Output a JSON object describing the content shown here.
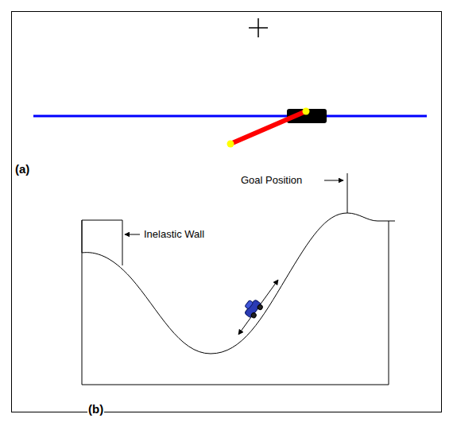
{
  "diagram": {
    "labels": [
      "(a)",
      "Goal Position",
      "Inelastic Wall",
      "(b)"
    ]
  }
}
